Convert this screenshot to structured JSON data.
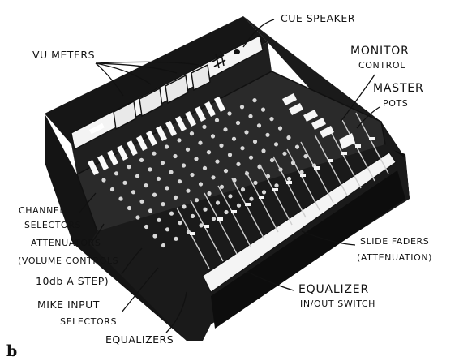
{
  "figure": {
    "letter": "b",
    "ink_color": "#111111",
    "paper_color": "#ffffff"
  },
  "labels": {
    "vu_meters": "VU METERS",
    "cue_speaker": "CUE SPEAKER",
    "monitor_control_1": "MONITOR",
    "monitor_control_2": "CONTROL",
    "master_pots_1": "MASTER",
    "master_pots_2": "POTS",
    "channel_selectors_1": "CHANNEL",
    "channel_selectors_2": "SELECTORS",
    "attenuators_1": "ATTENUATORS",
    "attenuators_2": "(VOLUME CONTROLS",
    "attenuators_3": "10db A STEP)",
    "mike_input_1": "MIKE INPUT",
    "mike_input_2": "SELECTORS",
    "equalizers": "EQUALIZERS",
    "slide_faders_1": "SLIDE FADERS",
    "slide_faders_2": "(ATTENUATION)",
    "equalizer_switch_1": "EQUALIZER",
    "equalizer_switch_2": "IN/OUT SWITCH"
  }
}
